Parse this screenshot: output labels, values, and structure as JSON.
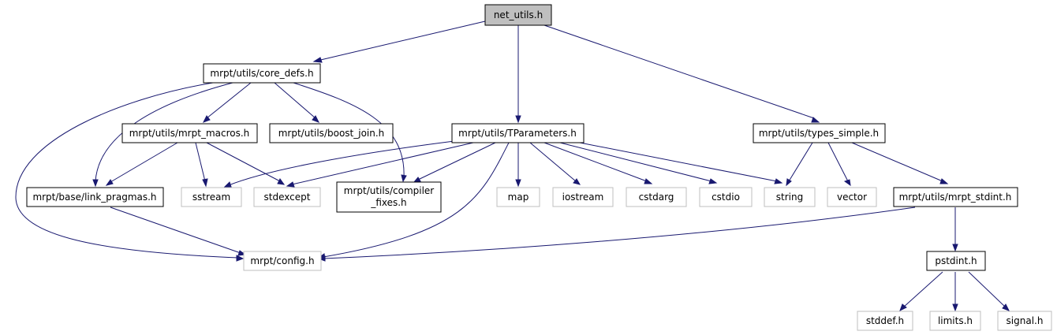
{
  "graph": {
    "nodes": {
      "net_utils": "net_utils.h",
      "core_defs": "mrpt/utils/core_defs.h",
      "tparameters": "mrpt/utils/TParameters.h",
      "types_simple": "mrpt/utils/types_simple.h",
      "mrpt_macros": "mrpt/utils/mrpt_macros.h",
      "boost_join": "mrpt/utils/boost_join.h",
      "link_pragmas": "mrpt/base/link_pragmas.h",
      "sstream": "sstream",
      "stdexcept": "stdexcept",
      "compiler_fixes_1": "mrpt/utils/compiler",
      "compiler_fixes_2": "_fixes.h",
      "map": "map",
      "iostream": "iostream",
      "cstdarg": "cstdarg",
      "cstdio": "cstdio",
      "string": "string",
      "vector": "vector",
      "mrpt_stdint": "mrpt/utils/mrpt_stdint.h",
      "config": "mrpt/config.h",
      "pstdint": "pstdint.h",
      "stddef": "stddef.h",
      "limits": "limits.h",
      "signal": "signal.h"
    },
    "colors": {
      "edge": "#191970",
      "root_fill": "#bfbfbf",
      "documented_border": "#000000",
      "external_border": "#bfbfbf"
    }
  }
}
